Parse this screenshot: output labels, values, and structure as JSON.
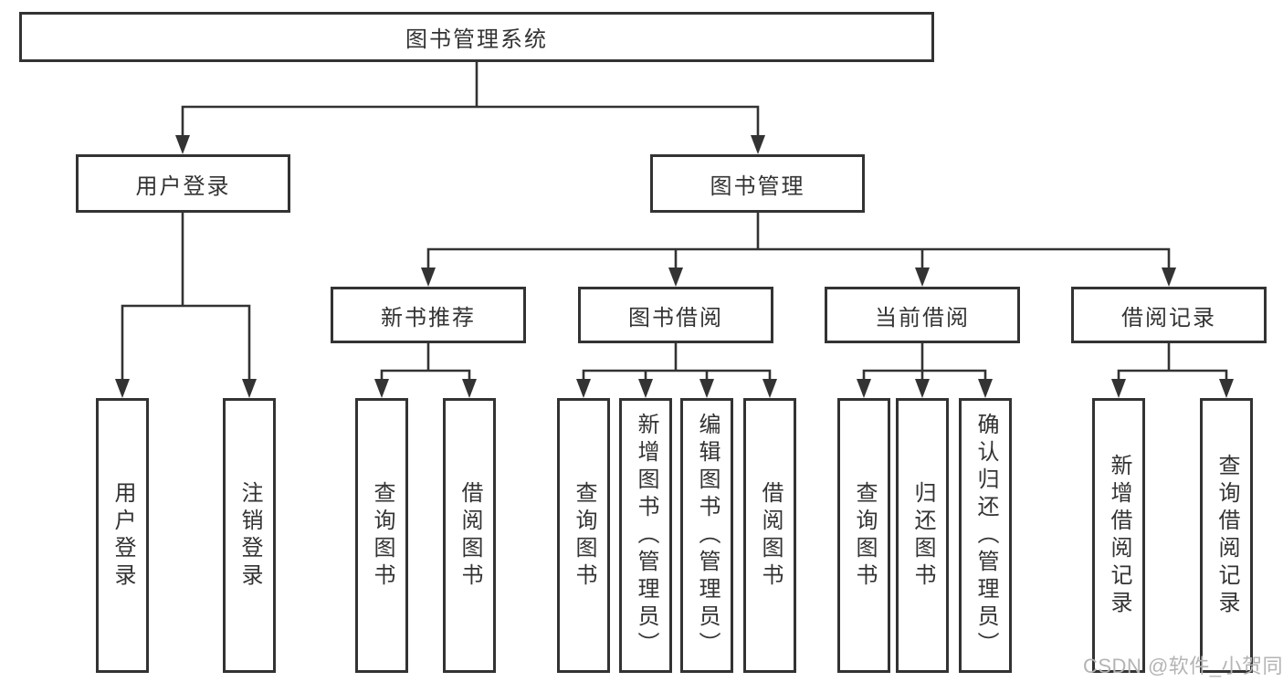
{
  "diagram": {
    "nodes": {
      "root": {
        "label": "图书管理系统"
      },
      "userLogin": {
        "label": "用户登录"
      },
      "bookMgmt": {
        "label": "图书管理"
      },
      "newBookRec": {
        "label": "新书推荐"
      },
      "bookBorrow": {
        "label": "图书借阅"
      },
      "currentBorrow": {
        "label": "当前借阅"
      },
      "borrowRecord": {
        "label": "借阅记录"
      },
      "leafUserLogin": {
        "label": "用户登录"
      },
      "leafLogout": {
        "label": "注销登录"
      },
      "leafQueryBook1": {
        "label": "查询图书"
      },
      "leafBorrowBook1": {
        "label": "借阅图书"
      },
      "leafQueryBook2": {
        "label": "查询图书"
      },
      "leafAddBook": {
        "label": "新增图书（管理员）"
      },
      "leafEditBook": {
        "label": "编辑图书（管理员）"
      },
      "leafBorrowBook2": {
        "label": "借阅图书"
      },
      "leafQueryBook3": {
        "label": "查询图书"
      },
      "leafReturnBook": {
        "label": "归还图书"
      },
      "leafConfirmReturn": {
        "label": "确认归还（管理员）"
      },
      "leafAddRecord": {
        "label": "新增借阅记录"
      },
      "leafQueryRecord": {
        "label": "查询借阅记录"
      }
    },
    "colors": {
      "line": "#333333",
      "text": "#333333",
      "node_fill": "#ffffff",
      "watermark": "#b4b4b4"
    }
  },
  "watermark": {
    "text": "CSDN @软件_小贺同学"
  }
}
